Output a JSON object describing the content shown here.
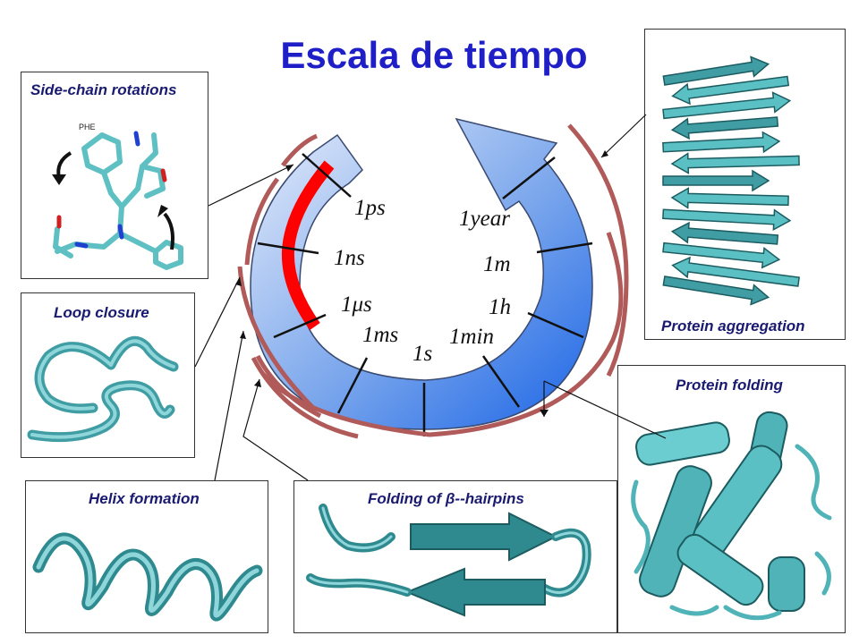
{
  "title": "Escala de tiempo",
  "panels": {
    "side_chain": {
      "label": "Side-chain rotations",
      "residue_label": "PHE"
    },
    "loop": {
      "label": "Loop closure"
    },
    "helix": {
      "label": "Helix formation"
    },
    "hairpin": {
      "label": "Folding of β--hairpins"
    },
    "folding": {
      "label": "Protein folding"
    },
    "aggregation": {
      "label": "Protein aggregation"
    }
  },
  "timescale": {
    "inner_labels": [
      "1ps",
      "1ns",
      "1μs",
      "1ms",
      "1s"
    ],
    "outer_labels": [
      "1year",
      "1m",
      "1h",
      "1min"
    ]
  },
  "colors": {
    "title": "#1f1fc8",
    "panel_label": "#1a1a70",
    "arrow_light": "#dde8f8",
    "arrow_dark": "#1f6be8",
    "bracket": "#b05a5a",
    "highlight": "#ff0000",
    "protein": "#4fb3b8"
  }
}
